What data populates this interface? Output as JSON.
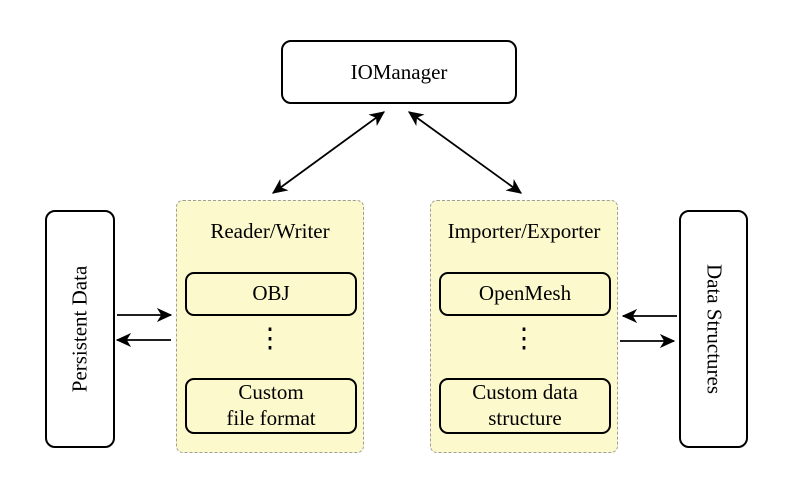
{
  "diagram": {
    "io_manager": {
      "label": "IOManager"
    },
    "persistent_data": {
      "label": "Persistent Data"
    },
    "data_structures": {
      "label": "Data Structures"
    },
    "reader_writer": {
      "label": "Reader/Writer",
      "ellipsis": "⋮",
      "boxes": [
        {
          "lines": [
            "OBJ",
            ""
          ]
        },
        {
          "lines": [
            "Custom",
            "file format"
          ]
        }
      ]
    },
    "importer_exporter": {
      "label": "Importer/Exporter",
      "ellipsis": "⋮",
      "boxes": [
        {
          "lines": [
            "OpenMesh",
            ""
          ]
        },
        {
          "lines": [
            "Custom data",
            "structure"
          ]
        }
      ]
    },
    "colors": {
      "group_fill": "#FCF9CD",
      "group_border": "#9E9E9E",
      "node_border": "#000000",
      "node_fill": "#FFFFFF",
      "arrow": "#000000",
      "background": "#FFFFFF"
    }
  }
}
